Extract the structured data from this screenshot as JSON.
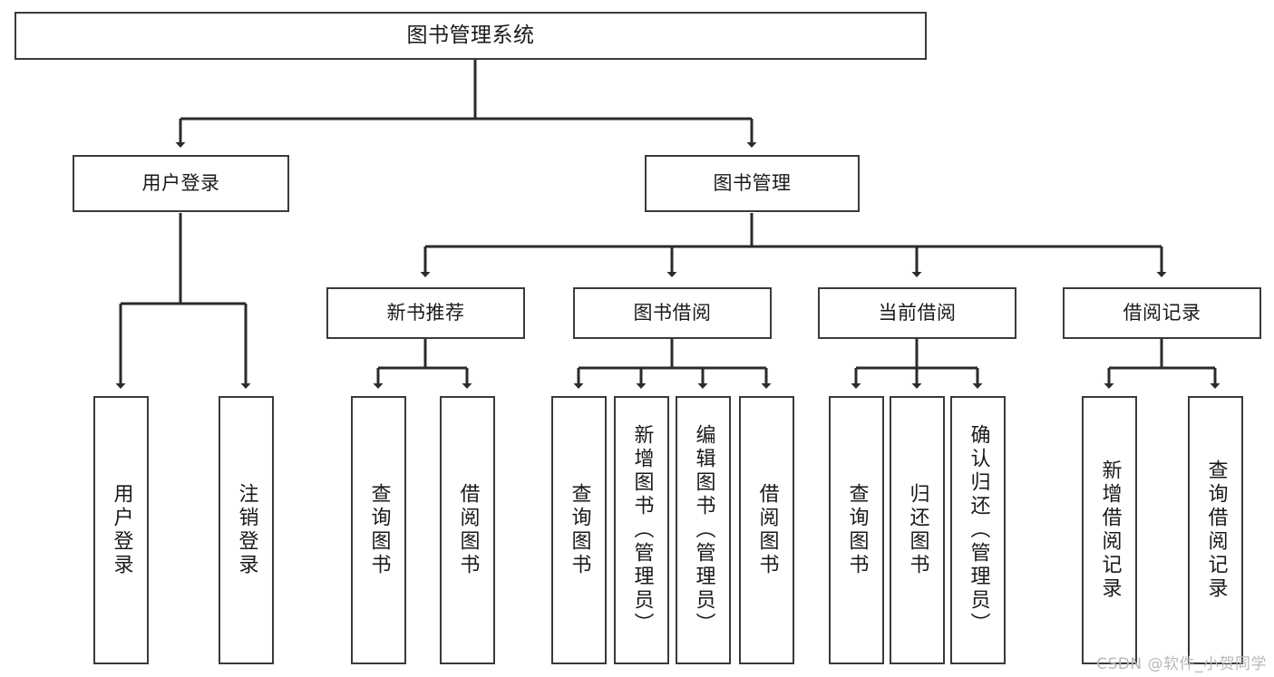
{
  "diagram": {
    "title": "图书管理系统",
    "type": "tree-hierarchy",
    "watermark": "CSDN @软件_小贺同学",
    "colors": {
      "box_border": "#3a3a3a",
      "box_fill": "#ffffff",
      "connector": "#2b2b2b",
      "text": "#1a1a1a",
      "watermark": "#b8b8b8"
    },
    "nodes": {
      "root": {
        "label": "图书管理系统"
      },
      "level1": [
        {
          "id": "user-login",
          "label": "用户登录"
        },
        {
          "id": "book-manage",
          "label": "图书管理"
        }
      ],
      "level2": [
        {
          "id": "new-book-recommend",
          "label": "新书推荐"
        },
        {
          "id": "book-borrow",
          "label": "图书借阅"
        },
        {
          "id": "current-borrow",
          "label": "当前借阅"
        },
        {
          "id": "borrow-record",
          "label": "借阅记录"
        }
      ],
      "leaves": [
        {
          "id": "leaf-user-login",
          "label": "用户登录",
          "parent": "user-login"
        },
        {
          "id": "leaf-logout",
          "label": "注销登录",
          "parent": "user-login"
        },
        {
          "id": "leaf-query-book-1",
          "label": "查询图书",
          "parent": "new-book-recommend"
        },
        {
          "id": "leaf-borrow-book-1",
          "label": "借阅图书",
          "parent": "new-book-recommend"
        },
        {
          "id": "leaf-query-book-2",
          "label": "查询图书",
          "parent": "book-borrow"
        },
        {
          "id": "leaf-add-book",
          "label": "新增图书（管理员）",
          "parent": "book-borrow"
        },
        {
          "id": "leaf-edit-book",
          "label": "编辑图书（管理员）",
          "parent": "book-borrow"
        },
        {
          "id": "leaf-borrow-book-2",
          "label": "借阅图书",
          "parent": "book-borrow"
        },
        {
          "id": "leaf-query-book-3",
          "label": "查询图书",
          "parent": "current-borrow"
        },
        {
          "id": "leaf-return-book",
          "label": "归还图书",
          "parent": "current-borrow"
        },
        {
          "id": "leaf-confirm-return",
          "label": "确认归还（管理员）",
          "parent": "current-borrow"
        },
        {
          "id": "leaf-add-record",
          "label": "新增借阅记录",
          "parent": "borrow-record"
        },
        {
          "id": "leaf-query-record",
          "label": "查询借阅记录",
          "parent": "borrow-record"
        }
      ]
    }
  }
}
